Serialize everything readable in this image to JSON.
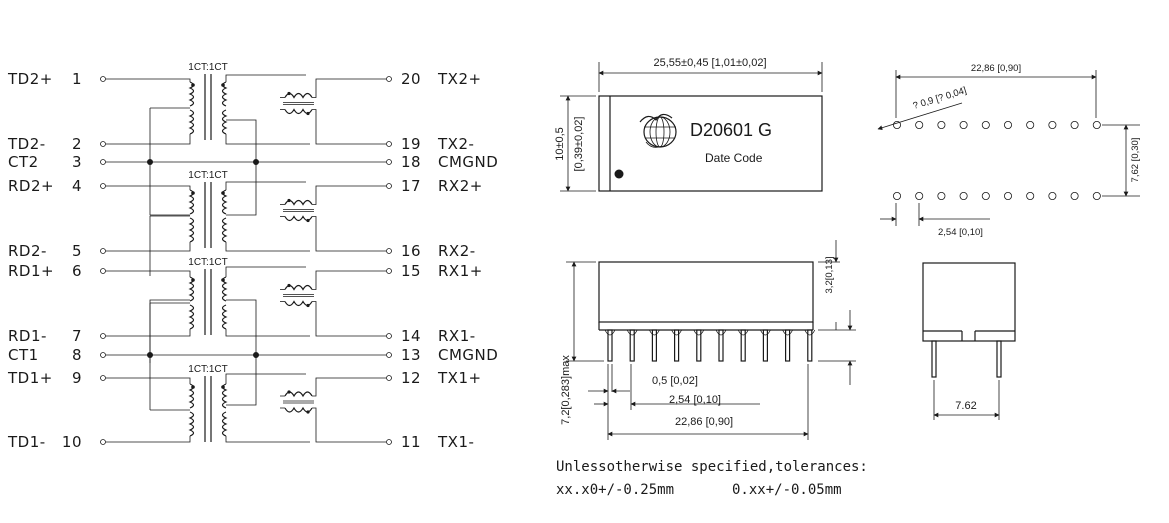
{
  "schematic": {
    "left_pins": [
      {
        "name": "TD2+",
        "num": "1"
      },
      {
        "name": "TD2-",
        "num": "2"
      },
      {
        "name": "CT2",
        "num": "3"
      },
      {
        "name": "RD2+",
        "num": "4"
      },
      {
        "name": "RD2-",
        "num": "5"
      },
      {
        "name": "RD1+",
        "num": "6"
      },
      {
        "name": "RD1-",
        "num": "7"
      },
      {
        "name": "CT1",
        "num": "8"
      },
      {
        "name": "TD1+",
        "num": "9"
      },
      {
        "name": "TD1-",
        "num": "10"
      }
    ],
    "right_pins": [
      {
        "num": "20",
        "name": "TX2+"
      },
      {
        "num": "19",
        "name": "TX2-"
      },
      {
        "num": "18",
        "name": "CMGND"
      },
      {
        "num": "17",
        "name": "RX2+"
      },
      {
        "num": "16",
        "name": "RX2-"
      },
      {
        "num": "15",
        "name": "RX1+"
      },
      {
        "num": "14",
        "name": "RX1-"
      },
      {
        "num": "13",
        "name": "CMGND"
      },
      {
        "num": "12",
        "name": "TX1+"
      },
      {
        "num": "11",
        "name": "TX1-"
      }
    ],
    "ratio_label": "1CT:1CT"
  },
  "top_view": {
    "length_dim": "25,55±0,45 [1,01±0,02]",
    "height_dim_mm": "10±0,5",
    "height_dim_in": "[0,39±0,02]",
    "part_number": "D20601  G",
    "date_code": "Date Code"
  },
  "pin_view": {
    "span_dim": "22,86 [0,90]",
    "hole_dim": "? 0,9 [? 0,04]",
    "row_dim": "7,62 [0,30]",
    "pitch_dim": "2,54 [0,10]"
  },
  "side_view": {
    "top_dim": "3,2[0,13]",
    "max_height_dim": "7,2[0,283]max",
    "lead_width_dim": "0,5 [0,02]",
    "pitch_dim": "2,54 [0,10]",
    "span_dim": "22,86 [0,90]"
  },
  "end_view": {
    "width_dim": "7.62"
  },
  "notes": {
    "line1": "Unlessotherwise specified,tolerances:",
    "line2a": "xx.x0+/-0.25mm",
    "line2b": "0.xx+/-0.05mm"
  }
}
